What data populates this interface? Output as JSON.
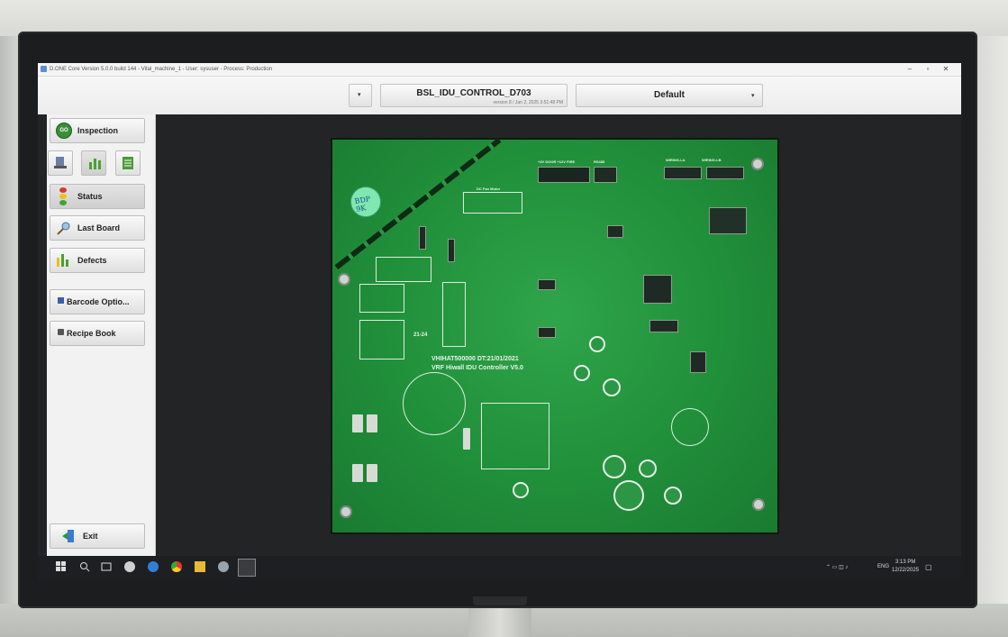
{
  "window": {
    "title": "D.ONE Core Version 5.0.0 build 144 - Vital_machine_1 - User: sysuser - Process: Production"
  },
  "toolbar": {
    "recipe_name": "BSL_IDU_CONTROL_D703",
    "recipe_version": "version 8 / Jan 2, 2025 3:51:48 PM",
    "profile": "Default"
  },
  "sidebar": {
    "inspection": "Inspection",
    "go_badge": "GO",
    "status": "Status",
    "last_board": "Last Board",
    "defects": "Defects",
    "barcode_options": "Barcode Optio...",
    "recipe_book": "Recipe Book",
    "exit": "Exit"
  },
  "board_image": {
    "line1": "VHIHAT500000 DT:21/01/2021",
    "line2": "VRF Hiwall IDU Controller V5.0",
    "sticker": "BDP 9K",
    "label_dc_fan": "DC Fan Motor",
    "label_rs485": "RS485",
    "label_wiring1": "WIRING-LA",
    "label_wiring2": "WIRING-LB",
    "label_door": "+3V DOOR +12V FIRE",
    "label_2124": "21-24"
  },
  "taskbar": {
    "lang": "ENG",
    "time": "3:13 PM",
    "date": "12/22/2025"
  },
  "colors": {
    "pcb_green": "#1f9a3c",
    "background_dark": "#232426",
    "taskbar": "#1e1f22"
  }
}
